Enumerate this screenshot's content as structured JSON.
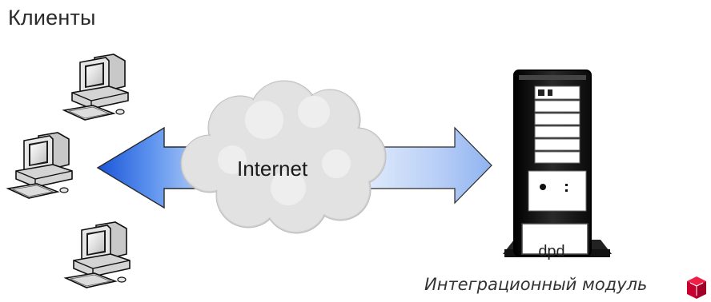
{
  "clients": {
    "label": "Клиенты",
    "computers": [
      "pc-1",
      "pc-2",
      "pc-3"
    ]
  },
  "network": {
    "label": "Internet"
  },
  "server": {
    "brand": "dpd",
    "caption": "Интеграционный модуль"
  },
  "colors": {
    "arrow_left": "#1f63e3",
    "arrow_right": "#bcd3f7",
    "cloud": "#dcdcdc",
    "server_body": "#1d1d1d",
    "logo": "#dc0032"
  },
  "icons": [
    "desktop-computer-icon",
    "cloud-icon",
    "server-tower-icon",
    "dpd-cube-logo-icon"
  ]
}
